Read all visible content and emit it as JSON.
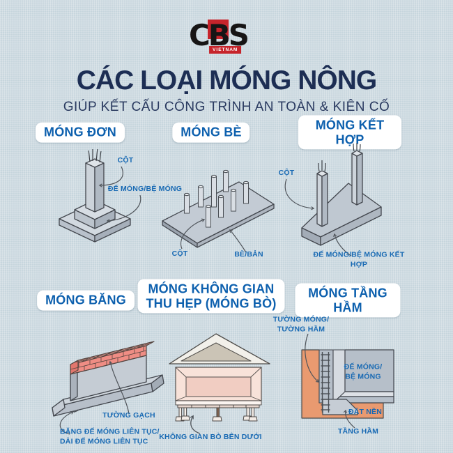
{
  "logo": {
    "c": "C",
    "b": "B",
    "s": "S",
    "country": "VIETNAM"
  },
  "header": {
    "title": "CÁC LOẠI MÓNG NÔNG",
    "subtitle": "GIÚP KẾT CẤU CÔNG TRÌNH AN TOÀN & KIÊN CỐ"
  },
  "colors": {
    "background": "#cfdbe2",
    "title_navy": "#1d2e54",
    "heading_blue": "#0d60ae",
    "label_blue": "#1769b3",
    "logo_red": "#c6242b",
    "logo_black": "#171515",
    "concrete_light": "#d2d9e0",
    "concrete_mid": "#b9c2cc",
    "concrete_dark": "#a0a9b4",
    "brick_red": "#ef8d84",
    "soil_orange": "#e99a70",
    "wall_pink": "#f8e2d9",
    "roof_tan": "#cbc4b6",
    "line_gray": "#4f545a"
  },
  "sections": [
    {
      "id": "mong-don",
      "title": "MÓNG ĐƠN",
      "labels": {
        "cot": "CỘT",
        "de_mong": "ĐẾ MÓNG/BỆ MÓNG"
      }
    },
    {
      "id": "mong-be",
      "title": "MÓNG BÈ",
      "labels": {
        "cot": "CỘT",
        "be_ban": "BÈ/BẢN"
      }
    },
    {
      "id": "mong-ket-hop",
      "title": "MÓNG KẾT HỢP",
      "labels": {
        "cot": "CỘT",
        "de_mong": "ĐẾ MÓNG/BỆ MÓNG KẾT HỢP"
      }
    },
    {
      "id": "mong-bang",
      "title": "MÓNG BĂNG",
      "labels": {
        "tuong_gach": "TƯỜNG GẠCH",
        "bang_de": "BĂNG ĐẾ MÓNG LIÊN TỤC/\nDẢI ĐẾ MÓNG LIÊN TỤC"
      }
    },
    {
      "id": "mong-khong-gian",
      "title": "MÓNG KHÔNG GIAN\nTHU HẸP (MÓNG BÒ)",
      "labels": {
        "khong_gian": "KHÔNG GIAN BÒ BÊN DƯỚI"
      }
    },
    {
      "id": "mong-tang-ham",
      "title": "MÓNG TẦNG HẦM",
      "labels": {
        "tuong_mong": "TƯỜNG MÓNG/\nTƯỜNG HẦM",
        "de_mong": "ĐẾ MÓNG/\nBỆ MÓNG",
        "dat_nen": "ĐẤT NỀN",
        "tang_ham": "TẦNG HẦM"
      }
    }
  ]
}
